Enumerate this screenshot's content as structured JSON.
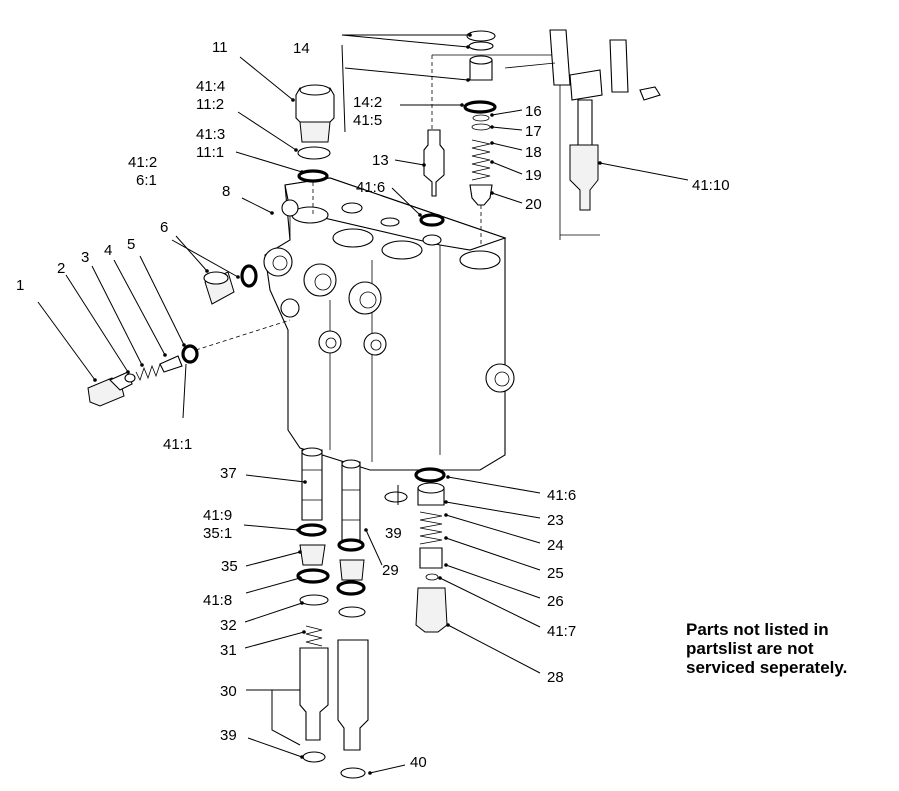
{
  "labels": {
    "l1": "1",
    "l2": "2",
    "l3": "3",
    "l4": "4",
    "l5": "5",
    "l6": "6",
    "l6_1": "6:1",
    "l8": "8",
    "l11": "11",
    "l11_1": "11:1",
    "l11_2": "11:2",
    "l13": "13",
    "l14": "14",
    "l14_2": "14:2",
    "l16": "16",
    "l17": "17",
    "l18": "18",
    "l19": "19",
    "l20": "20",
    "l23": "23",
    "l24": "24",
    "l25": "25",
    "l26": "26",
    "l28": "28",
    "l29": "29",
    "l30": "30",
    "l31": "31",
    "l32": "32",
    "l35": "35",
    "l35_1": "35:1",
    "l37": "37",
    "l39a": "39",
    "l39b": "39",
    "l40": "40",
    "l41_1": "41:1",
    "l41_2": "41:2",
    "l41_3": "41:3",
    "l41_4": "41:4",
    "l41_5": "41:5",
    "l41_6a": "41:6",
    "l41_6b": "41:6",
    "l41_7": "41:7",
    "l41_8": "41:8",
    "l41_9": "41:9",
    "l41_10": "41:10"
  },
  "note": {
    "line1": "Parts not listed in",
    "line2": "partslist are not",
    "line3": "serviced seperately."
  }
}
